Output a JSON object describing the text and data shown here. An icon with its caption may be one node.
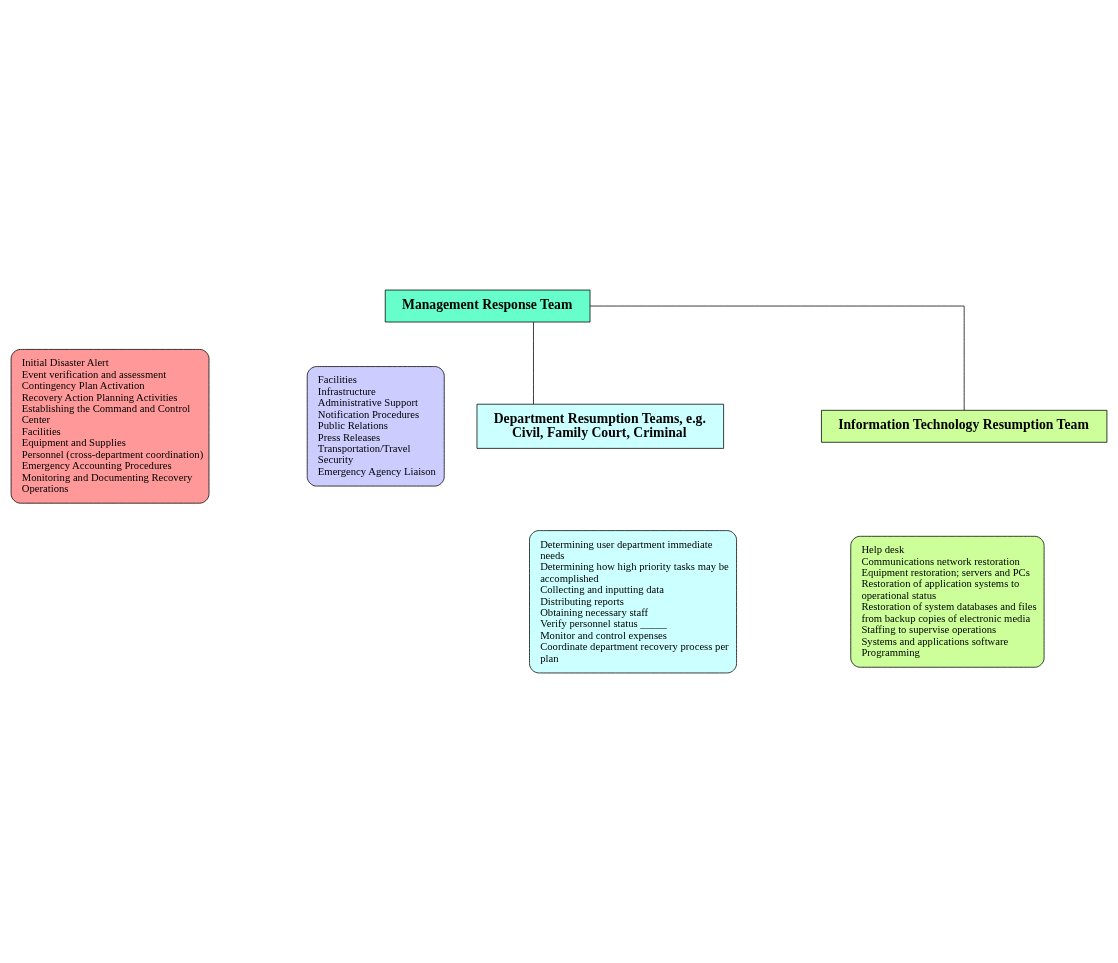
{
  "diagram": {
    "nodes": [
      {
        "text": [
          "Management Response Team"
        ]
      },
      {
        "text": [
          "Initial Disaster Alert",
          "Event verification and assessment",
          "Contingency Plan Activation",
          "Recovery Action Planning Activities",
          "Establishing the Command and Control Center",
          "Facilities",
          "Equipment and Supplies",
          "Personnel (cross-department coordination)",
          "Emergency Accounting Procedures",
          "Monitoring and Documenting Recovery Operations"
        ]
      },
      {
        "text": [
          "Facilities",
          "Infrastructure",
          "Administrative Support",
          "Notification Procedures",
          "Public Relations",
          "Press Releases",
          "Transportation/Travel",
          "Security",
          "Emergency Agency Liaison"
        ]
      },
      {
        "text": [
          "Department Resumption Teams, e.g. Civil, Family Court, Criminal"
        ]
      },
      {
        "text": [
          "Information Technology Resumption Team"
        ]
      },
      {
        "text": [
          "Determining user department immediate needs",
          "Determining how high priority tasks may be accomplished",
          "Collecting and inputting data",
          "Distributing reports",
          "Obtaining necessary staff",
          "Verify personnel status _____",
          "Monitor and control expenses",
          "Coordinate department recovery process per plan"
        ]
      },
      {
        "text": [
          "Help desk",
          "Communications network restoration",
          "Equipment restoration; servers and PCs",
          "Restoration of application systems to operational status",
          "Restoration of system databases and files from backup copies of electronic media",
          "Staffing to supervise operations",
          "Systems and applications software",
          "Programming"
        ]
      }
    ],
    "edges": [
      {
        "from": 0,
        "to": 3,
        "arrow": "none"
      },
      {
        "from": 0,
        "to": 4,
        "arrow": "none"
      }
    ]
  }
}
